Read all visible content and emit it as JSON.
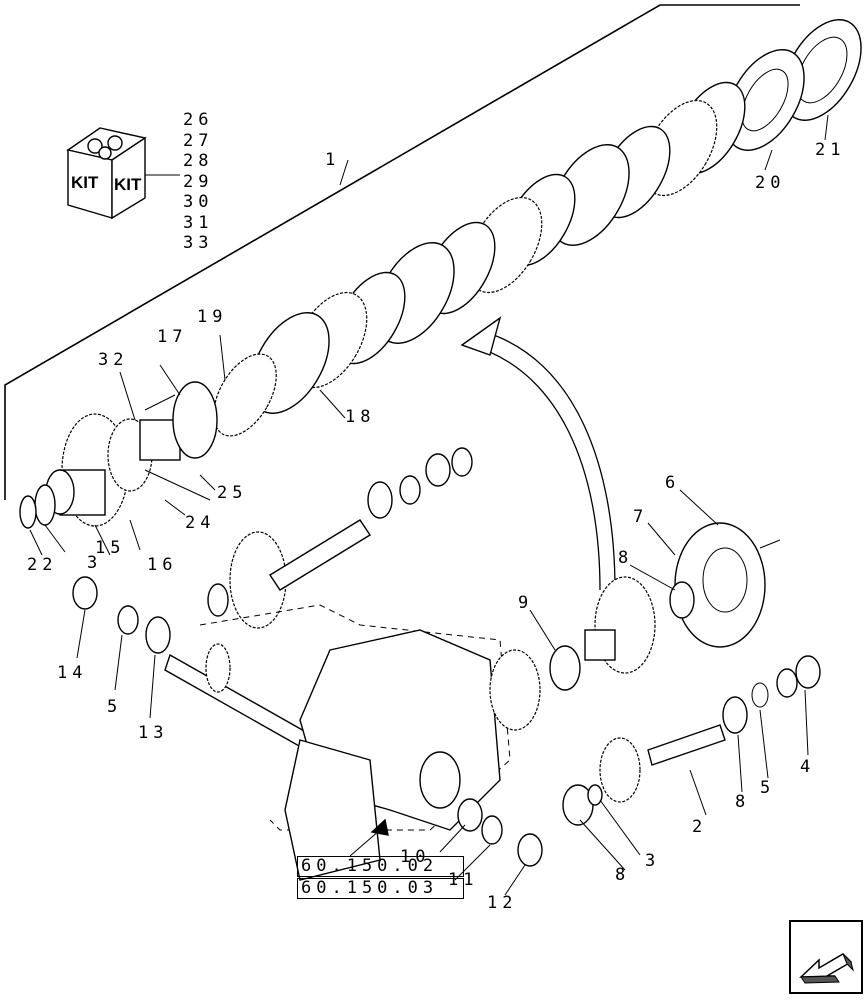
{
  "callouts": {
    "c1": "1",
    "c2": "2",
    "c3a": "3",
    "c3b": "3",
    "c4": "4",
    "c5a": "5",
    "c5b": "5",
    "c6": "6",
    "c7": "7",
    "c8a": "8",
    "c8b": "8",
    "c8c": "8",
    "c9": "9",
    "c10": "10",
    "c11": "11",
    "c12": "12",
    "c13": "13",
    "c14": "14",
    "c15": "15",
    "c16": "16",
    "c17": "17",
    "c18": "18",
    "c19": "19",
    "c20": "20",
    "c21": "21",
    "c22": "22",
    "c24": "24",
    "c25": "25",
    "c32": "32"
  },
  "kit": {
    "icon_text": [
      "KIT",
      "KIT"
    ],
    "items": [
      "26",
      "27",
      "28",
      "29",
      "30",
      "31",
      "33"
    ]
  },
  "references": [
    "60.150.02",
    "60.150.03"
  ],
  "navigation": {
    "icon": "return-arrow-icon"
  }
}
